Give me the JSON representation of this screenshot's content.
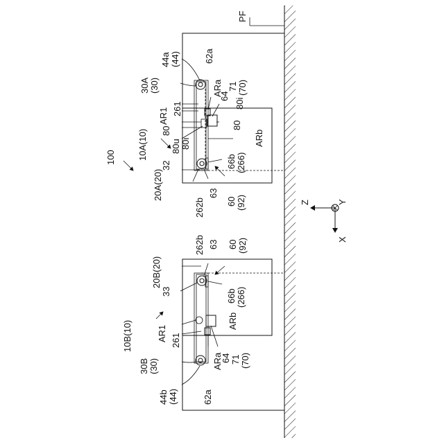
{
  "labels": {
    "pf": "PF",
    "system": "100",
    "top_unit": "10A(10)",
    "top_frame": "20A(20)",
    "top_arm": "30A",
    "top_arm_sub": "(30)",
    "top_belt": "44a",
    "top_belt_sub": "(44)",
    "top_62a": "62a",
    "top_ARa": "ARa",
    "top_64": "64",
    "top_71": "71",
    "top_70": "(70)",
    "top_80i_a": "80i",
    "top_80_a": "80",
    "top_80_b": "80",
    "top_80u": "80u",
    "top_80i_b": "80i",
    "top_ARb": "ARb",
    "top_AR1": "AR1",
    "top_261": "261",
    "top_32": "32",
    "top_66b": "66b",
    "top_266": "(266)",
    "top_60": "60",
    "top_92": "(92)",
    "top_63": "63",
    "top_262b": "262b",
    "bot_unit": "10B(10)",
    "bot_frame": "20B(20)",
    "bot_arm": "30B",
    "bot_arm_sub": "(30)",
    "bot_belt": "44b",
    "bot_belt_sub": "(44)",
    "bot_62a": "62a",
    "bot_ARa": "ARa",
    "bot_64": "64",
    "bot_71": "71",
    "bot_70": "(70)",
    "bot_ARb": "ARb",
    "bot_AR1": "AR1",
    "bot_261": "261",
    "bot_33": "33",
    "bot_66b": "66b",
    "bot_266": "(266)",
    "bot_60": "60",
    "bot_92": "(92)",
    "bot_63": "63",
    "bot_262b": "262b"
  },
  "axes": {
    "z": "Z",
    "y": "Y",
    "x": "X"
  }
}
